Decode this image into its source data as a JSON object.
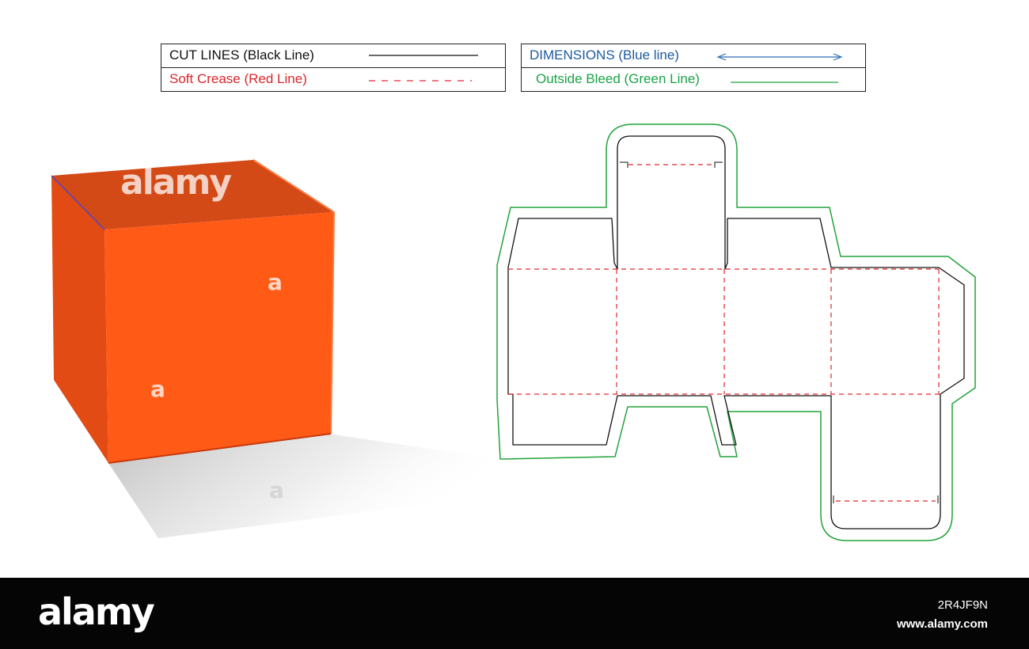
{
  "legend": {
    "cut_lines": "CUT LINES (Black Line)",
    "soft_crease": "Soft Crease (Red Line)",
    "dimensions": "DIMENSIONS (Blue line)",
    "outside_bleed": "Outside Bleed (Green Line)"
  },
  "colors": {
    "cut": "#111111",
    "crease": "#e0282f",
    "dimension": "#2f6db3",
    "bleed": "#21a33a",
    "box_front": "#ff5a16",
    "box_side": "#e24c14",
    "box_top": "#d44a17"
  },
  "watermark": {
    "top": "alamy",
    "mark": "a"
  },
  "footer": {
    "logo": "alamy",
    "image_id": "2R4JF9N",
    "url": "www.alamy.com"
  }
}
